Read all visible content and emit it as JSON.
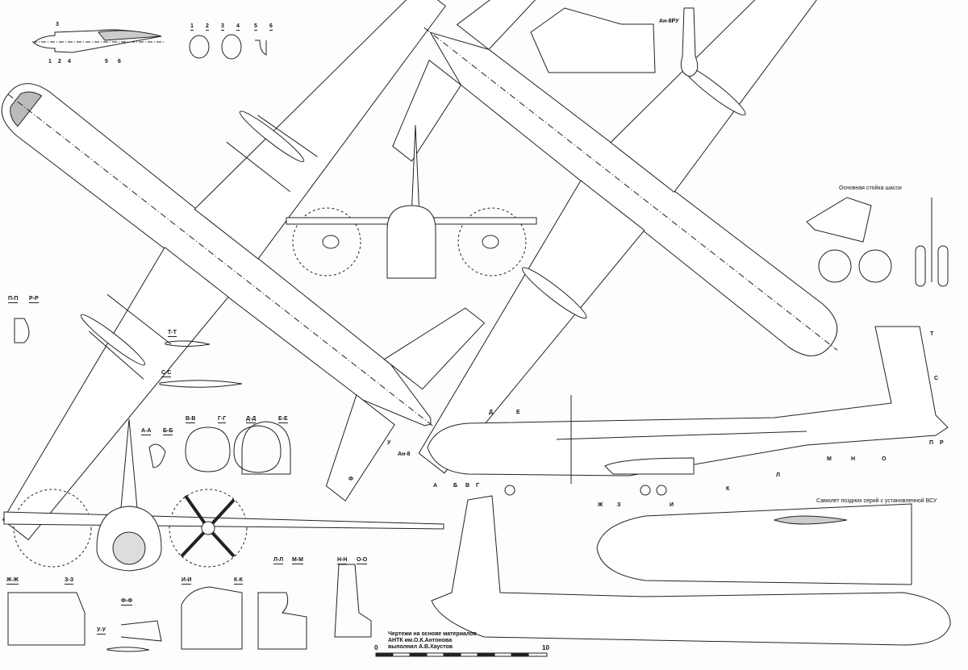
{
  "title": "Ан-8",
  "variant_title": "Ан-8РУ",
  "landing_gear_caption": "Основная стойка шасси",
  "late_series_caption": "Самолет поздних серий с установленной ВСУ",
  "credits": {
    "line1": "Чертежи на основе материалов",
    "line2": "АНТК им.О.К.Антонова",
    "line3": "выполнил А.В.Хаустов"
  },
  "scale": {
    "start": "0",
    "end": "10"
  },
  "nacelle_stations": [
    "1",
    "2",
    "3",
    "4",
    "5",
    "6"
  ],
  "sections": {
    "pp": "П-П",
    "rr": "Р-Р",
    "tt": "Т-Т",
    "ss": "С-С",
    "aa": "А-А",
    "bb": "Б-Б",
    "vv": "В-В",
    "gg": "Г-Г",
    "dd": "Д-Д",
    "ee": "Е-Е",
    "zhzh": "Ж-Ж",
    "zz": "З-З",
    "ff": "Ф-Ф",
    "uu": "У-У",
    "ii": "И-И",
    "kk": "К-К",
    "ll": "Л-Л",
    "mm": "М-М",
    "nn": "Н-Н",
    "oo": "О-О"
  },
  "station_letters": {
    "a": "А",
    "b": "Б",
    "v": "В",
    "g": "Г",
    "d": "Д",
    "e": "Е",
    "zh": "Ж",
    "z": "З",
    "i": "И",
    "k": "К",
    "l": "Л",
    "m": "М",
    "n": "Н",
    "o": "О",
    "p": "П",
    "r": "Р",
    "t": "Т",
    "s": "С",
    "u": "У",
    "f": "Ф"
  }
}
